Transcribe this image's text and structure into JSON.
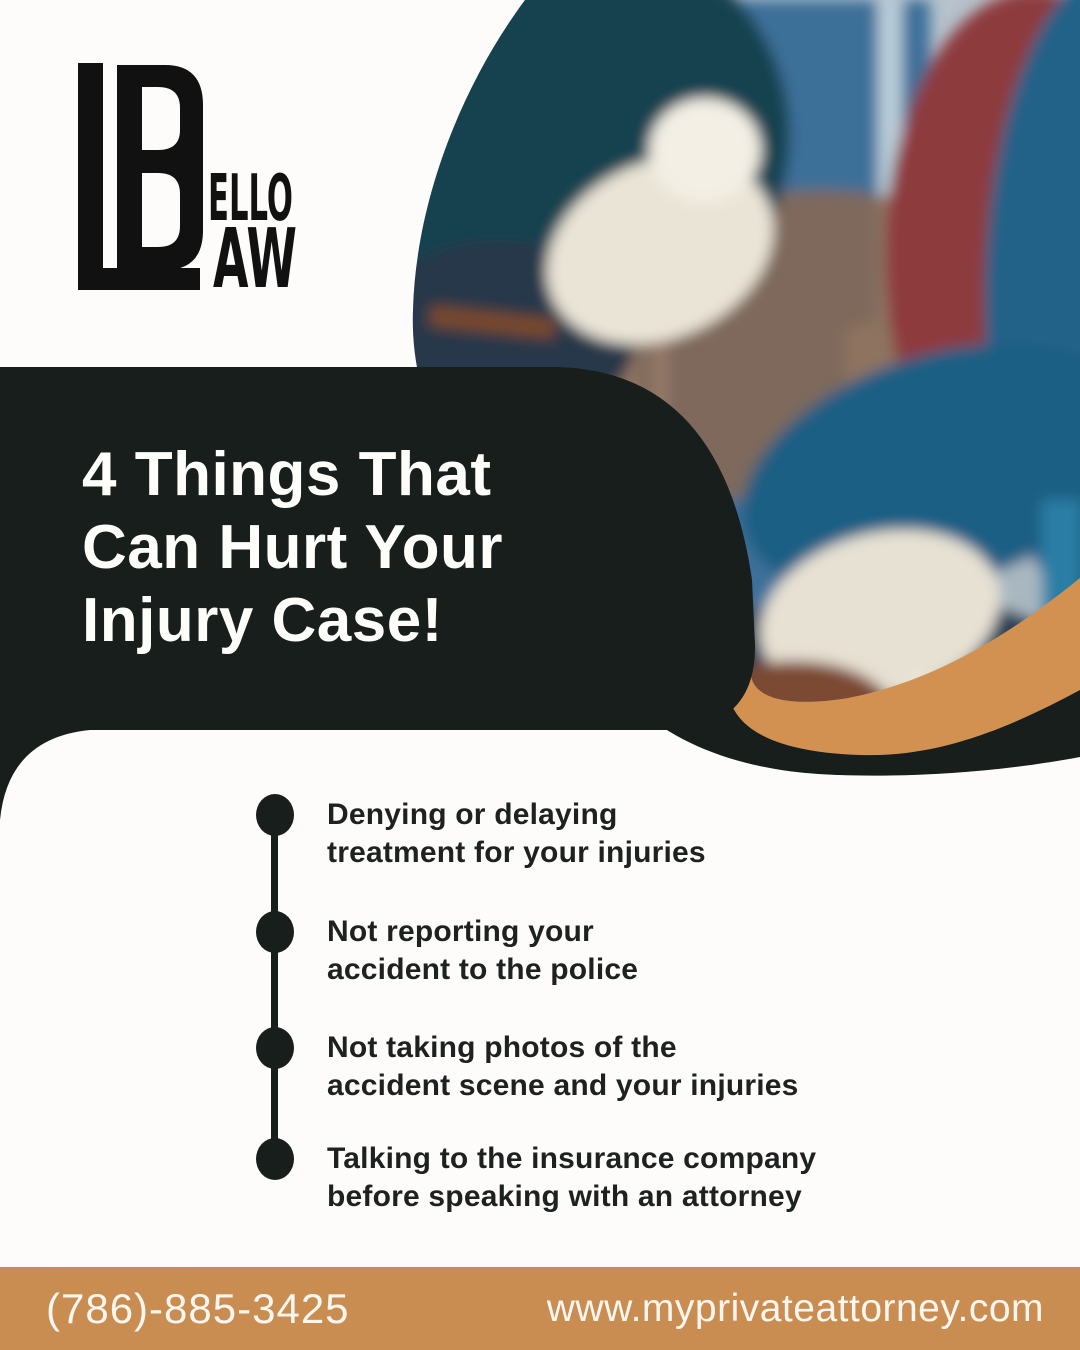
{
  "page": {
    "background": "#fdfcfa"
  },
  "logo": {
    "brand": "Bello Law",
    "monogram_b": "B",
    "word_suffix_top": "ELLO",
    "word_suffix_bottom": "AW"
  },
  "hero": {
    "headline_lines": [
      "4 Things That",
      "Can Hurt Your",
      "Injury Case!"
    ]
  },
  "list": {
    "items": [
      {
        "line1": "Denying or delaying",
        "line2": "treatment for your injuries"
      },
      {
        "line1": "Not reporting your",
        "line2": "accident to the police"
      },
      {
        "line1": "Not taking photos of the",
        "line2": "accident scene and your injuries"
      },
      {
        "line1": "Talking to the insurance company",
        "line2": "before speaking with an attorney"
      }
    ]
  },
  "footer": {
    "phone": "(786)-885-3425",
    "website": "www.myprivateattorney.com"
  },
  "colors": {
    "dark_panel": "#181e1b",
    "orange_band": "#d29150",
    "footer_bg": "#c98d52",
    "heading_text": "#fdfdfa",
    "body_text": "#1d2220",
    "logo_black": "#111111"
  }
}
